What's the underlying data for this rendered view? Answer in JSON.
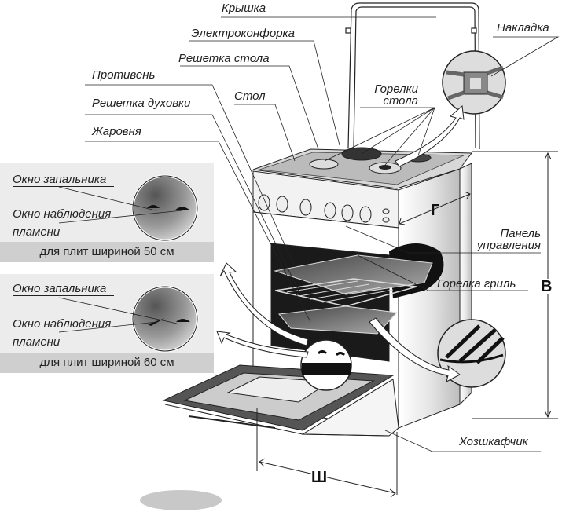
{
  "title": "Устройство газовой плиты",
  "labels": {
    "lid": "Крышка",
    "electric_hotplate": "Электроконфорка",
    "table_grate": "Решетка стола",
    "baking_tray": "Противень",
    "table": "Стол",
    "oven_rack": "Решетка духовки",
    "roasting_pan": "Жаровня",
    "table_burners_line1": "Горелки",
    "table_burners_line2": "стола",
    "overlay": "Накладка",
    "control_panel_line1": "Панель",
    "control_panel_line2": "управления",
    "grill_burner": "Горелка гриль",
    "storage_drawer": "Хозшкафчик"
  },
  "dimensions": {
    "depth": "Г",
    "height": "В",
    "width": "Ш"
  },
  "insets": [
    {
      "igniter_window": "Окно запальника",
      "flame_window_line1": "Окно наблюдения",
      "flame_window_line2": "пламени",
      "caption": "для плит шириной 50 см"
    },
    {
      "igniter_window": "Окно запальника",
      "flame_window_line1": "Окно наблюдения",
      "flame_window_line2": "пламени",
      "caption": "для плит шириной 60 см"
    }
  ]
}
